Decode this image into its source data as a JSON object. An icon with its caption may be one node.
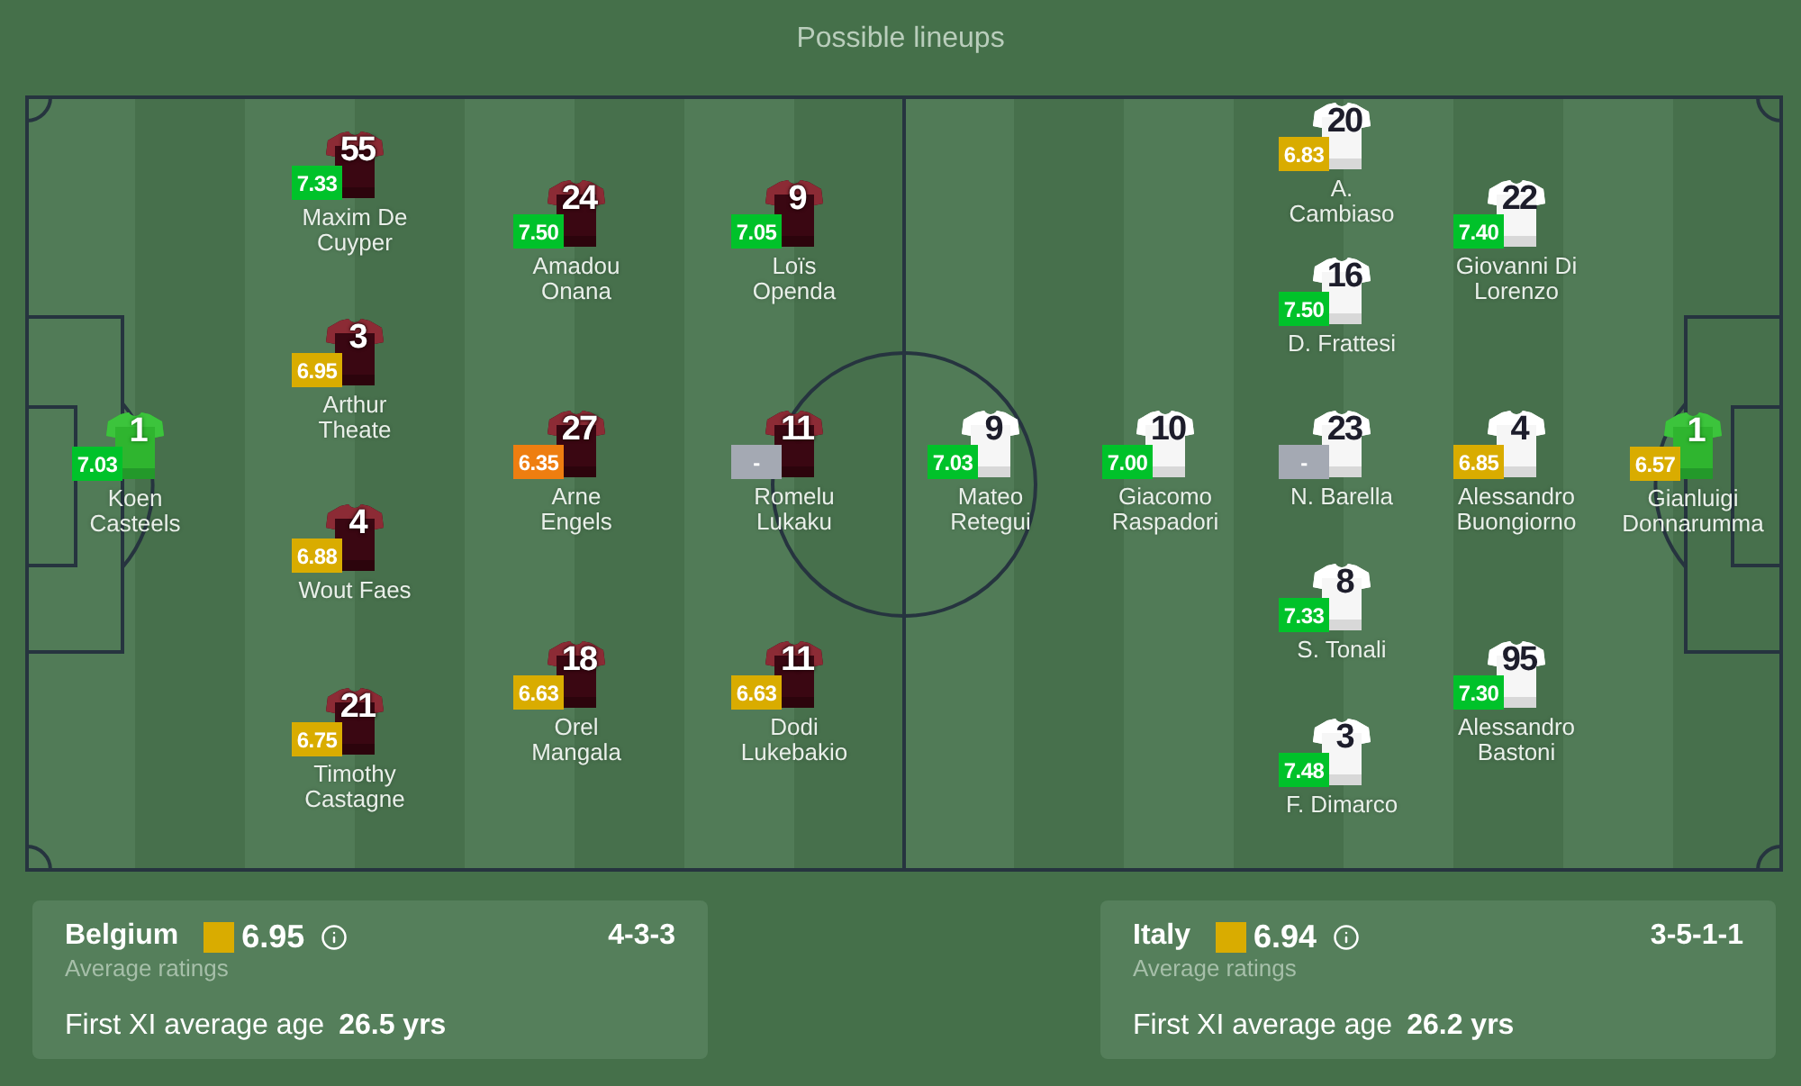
{
  "diagram": {
    "title": "Possible lineups",
    "nodes": [
      {
        "text": [
          "1"
        ],
        "beside": [
          "7.03",
          "Koen Casteels"
        ]
      },
      {
        "text": [
          "55"
        ],
        "beside": [
          "7.33",
          "Maxim De Cuyper"
        ]
      },
      {
        "text": [
          "3"
        ],
        "beside": [
          "6.95",
          "Arthur Theate"
        ]
      },
      {
        "text": [
          "4"
        ],
        "beside": [
          "6.88",
          "Wout Faes"
        ]
      },
      {
        "text": [
          "21"
        ],
        "beside": [
          "6.75",
          "Timothy Castagne"
        ]
      },
      {
        "text": [
          "24"
        ],
        "beside": [
          "7.50",
          "Amadou Onana"
        ]
      },
      {
        "text": [
          "27"
        ],
        "beside": [
          "6.35",
          "Arne Engels"
        ]
      },
      {
        "text": [
          "18"
        ],
        "beside": [
          "6.63",
          "Orel Mangala"
        ]
      },
      {
        "text": [
          "9"
        ],
        "beside": [
          "7.05",
          "Loïs Openda"
        ]
      },
      {
        "text": [
          "11"
        ],
        "beside": [
          "-",
          "Romelu Lukaku"
        ]
      },
      {
        "text": [
          "11"
        ],
        "beside": [
          "6.63",
          "Dodi Lukebakio"
        ]
      },
      {
        "text": [
          "9"
        ],
        "beside": [
          "7.03",
          "Mateo Retegui"
        ]
      },
      {
        "text": [
          "10"
        ],
        "beside": [
          "7.00",
          "Giacomo Raspadori"
        ]
      },
      {
        "text": [
          "20"
        ],
        "beside": [
          "6.83",
          "A. Cambiaso"
        ]
      },
      {
        "text": [
          "16"
        ],
        "beside": [
          "7.50",
          "D. Frattesi"
        ]
      },
      {
        "text": [
          "23"
        ],
        "beside": [
          "-",
          "N. Barella"
        ]
      },
      {
        "text": [
          "8"
        ],
        "beside": [
          "7.33",
          "S. Tonali"
        ]
      },
      {
        "text": [
          "3"
        ],
        "beside": [
          "7.48",
          "F. Dimarco"
        ]
      },
      {
        "text": [
          "22"
        ],
        "beside": [
          "7.40",
          "Giovanni Di Lorenzo"
        ]
      },
      {
        "text": [
          "4"
        ],
        "beside": [
          "6.85",
          "Alessandro Buongiorno"
        ]
      },
      {
        "text": [
          "95"
        ],
        "beside": [
          "7.30",
          "Alessandro Bastoni"
        ]
      },
      {
        "text": [
          "1"
        ],
        "beside": [
          "6.57",
          "Gianluigi Donnarumma"
        ]
      },
      {
        "text": [
          "Belgium",
          "6.95",
          "Average ratings",
          "4-3-3",
          "First XI average age",
          "26.5 yrs"
        ]
      },
      {
        "text": [
          "Italy",
          "6.94",
          "Average ratings",
          "3-5-1-1",
          "First XI average age",
          "26.2 yrs"
        ]
      }
    ]
  }
}
